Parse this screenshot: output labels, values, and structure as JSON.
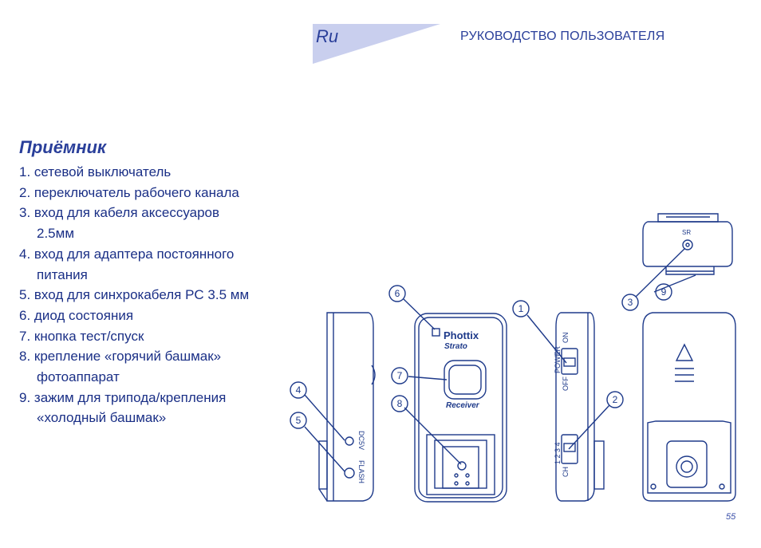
{
  "header": {
    "lang_code": "Ru",
    "title": "РУКОВОДСТВО ПОЛЬЗОВАТЕЛЯ"
  },
  "section": {
    "title": "Приёмник",
    "items": [
      {
        "line1": "1. сетевой выключатель",
        "line2": ""
      },
      {
        "line1": "2. переключатель рабочего канала",
        "line2": ""
      },
      {
        "line1": "3. вход для кабеля аксессуаров",
        "line2": "2.5мм"
      },
      {
        "line1": "4. вход для адаптера постоянного",
        "line2": "питания"
      },
      {
        "line1": "5. вход для синхрокабеля PC 3.5 мм",
        "line2": ""
      },
      {
        "line1": "6. диод состояния",
        "line2": ""
      },
      {
        "line1": "7. кнопка тест/спуск",
        "line2": ""
      },
      {
        "line1": "8. крепление «горячий башмак»",
        "line2": "фотоаппарат"
      },
      {
        "line1": "9. зажим для трипода/крепления",
        "line2": "«холодный башмак»"
      }
    ]
  },
  "diagram": {
    "callouts": [
      "1",
      "2",
      "3",
      "4",
      "5",
      "6",
      "7",
      "8",
      "9"
    ],
    "brand": "Phottix",
    "model": "Strato",
    "device_label": "Receiver",
    "port_dc": "DC5V",
    "port_flash": "FLASH",
    "switch_power": "POWER",
    "switch_on": "ON",
    "switch_off": "OFF",
    "switch_ch": "CH",
    "switch_channels": "1 2 3 4",
    "port_sr": "SR"
  },
  "page_number": "55",
  "colors": {
    "ink": "#1e3a8a",
    "band": "#c9cfee"
  }
}
